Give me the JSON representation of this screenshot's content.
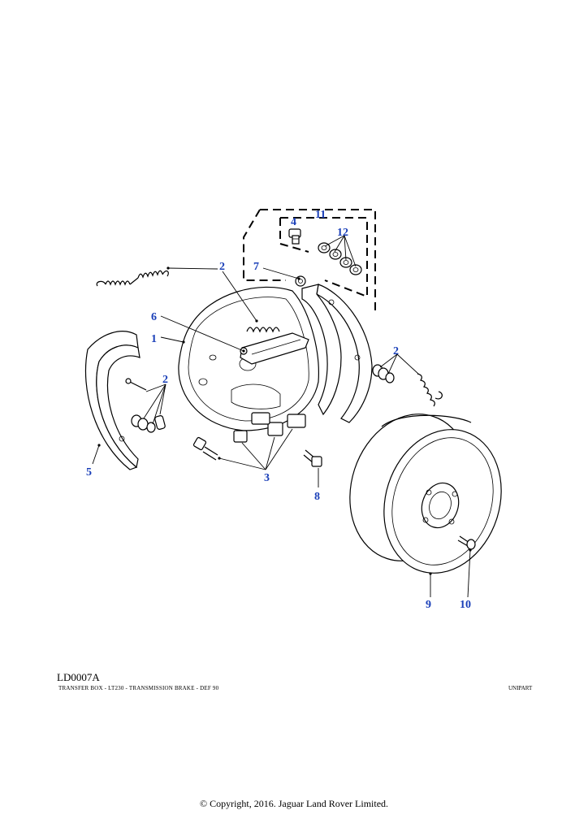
{
  "diagram": {
    "code": "LD0007A",
    "subtitle": "TRANSFER BOX - LT230 - TRANSMISSION BRAKE - DEF 90",
    "brand": "UNIPART",
    "copyright": "© Copyright, 2016. Jaguar Land Rover Limited.",
    "callouts": [
      {
        "id": "c1",
        "label": "1"
      },
      {
        "id": "c2a",
        "label": "2"
      },
      {
        "id": "c2b",
        "label": "2"
      },
      {
        "id": "c2c",
        "label": "2"
      },
      {
        "id": "c3",
        "label": "3"
      },
      {
        "id": "c4",
        "label": "4"
      },
      {
        "id": "c5",
        "label": "5"
      },
      {
        "id": "c6",
        "label": "6"
      },
      {
        "id": "c7",
        "label": "7"
      },
      {
        "id": "c8",
        "label": "8"
      },
      {
        "id": "c9",
        "label": "9"
      },
      {
        "id": "c10",
        "label": "10"
      },
      {
        "id": "c11",
        "label": "11"
      },
      {
        "id": "c12",
        "label": "12"
      }
    ]
  }
}
